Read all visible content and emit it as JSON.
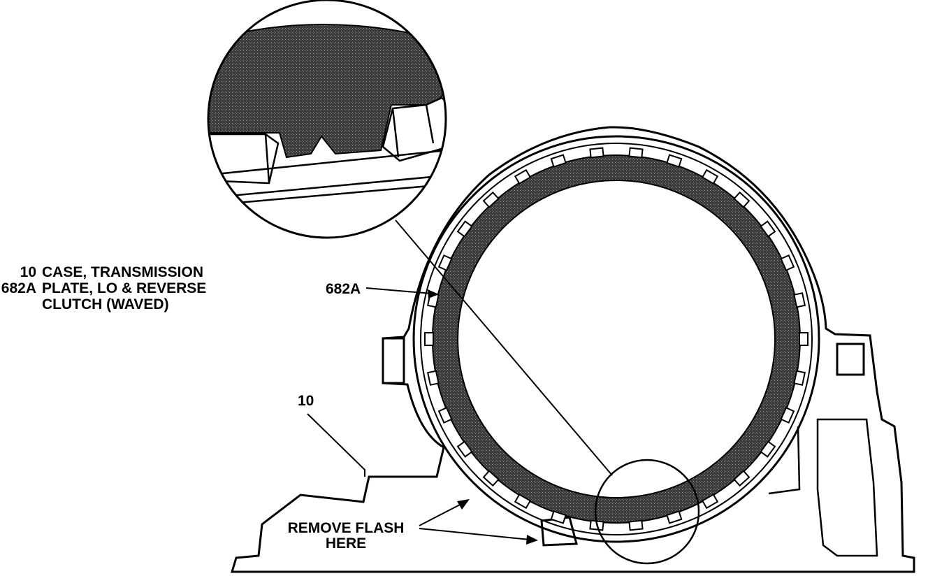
{
  "legend": [
    {
      "num": "10",
      "lines": [
        "CASE, TRANSMISSION"
      ]
    },
    {
      "num": "682A",
      "lines": [
        "PLATE, LO & REVERSE",
        "CLUTCH (WAVED)"
      ]
    }
  ],
  "callouts": {
    "plate": "682A",
    "case": "10",
    "flash_line1": "REMOVE FLASH",
    "flash_line2": "HERE"
  },
  "colors": {
    "ink": "#000000",
    "paper": "#ffffff",
    "shade": "#3a3a3a"
  }
}
